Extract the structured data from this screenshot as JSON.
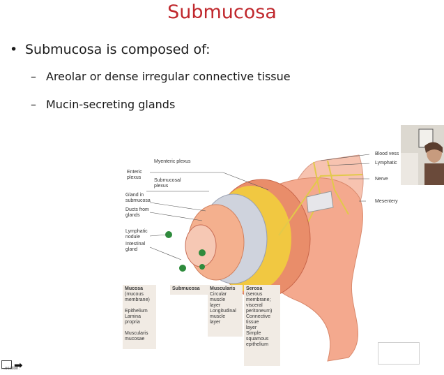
{
  "slide": {
    "title": "Submucosa",
    "bullet": "Submucosa is composed of:",
    "subitems": [
      "Areolar or dense irregular connective tissue",
      "Mucin-secreting glands"
    ]
  },
  "diagram": {
    "labels_left": {
      "myenteric_plexus": "Myenteric plexus",
      "enteric_plexus": "Enteric plexus",
      "submucosal_plexus": "Submucosal plexus",
      "gland_in_submucosa": "Gland in submucosa",
      "ducts_from_glands": "Ducts from glands",
      "lymphatic_nodule": "Lymphatic nodule",
      "intestinal_gland": "Intestinal gland"
    },
    "labels_right": {
      "blood_vessels": "Blood vess",
      "lymphatic": "Lymphatic",
      "nerve": "Nerve",
      "mesentery": "Mesentery"
    },
    "boxes": {
      "mucosa": {
        "title": "Mucosa",
        "lines": [
          "(mucous",
          "membrane)",
          "",
          "Epithelium",
          "Lamina",
          "propria",
          "",
          "Muscularis",
          "mucosae"
        ]
      },
      "submucosa": {
        "title": "Submucosa"
      },
      "muscularis": {
        "title": "Muscularis",
        "lines": [
          "Circular",
          "muscle",
          "layer",
          "",
          "Longitudinal",
          "muscle",
          "layer"
        ]
      },
      "serosa": {
        "title": "Serosa",
        "lines": [
          "(serous",
          "membrane;",
          "visceral",
          "peritoneum)",
          "Connective",
          "tissue",
          "layer",
          "",
          "Simple",
          "squamous",
          "epithelium"
        ]
      }
    }
  },
  "footer": {
    "text": "...ucation."
  },
  "colors": {
    "title": "#c0282d",
    "muscle": "#e98d6a",
    "fat": "#f2d23a",
    "submucosa": "#cfd3dd",
    "mucosa": "#f4b08e",
    "nodule": "#2e8b3c",
    "box_bg": "#f1ebe4"
  }
}
